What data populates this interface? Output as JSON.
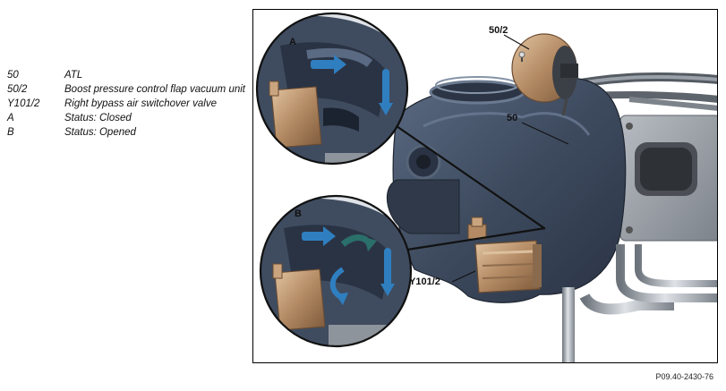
{
  "legend": [
    {
      "key": "50",
      "desc": "ATL"
    },
    {
      "key": "50/2",
      "desc": "Boost pressure control flap vacuum unit"
    },
    {
      "key": "Y101/2",
      "desc": "Right bypass air switchover valve"
    },
    {
      "key": "A",
      "desc": "Status: Closed"
    },
    {
      "key": "B",
      "desc": "Status: Opened"
    }
  ],
  "callouts": {
    "c50": "50",
    "c50_2": "50/2",
    "cY101_2": "Y101/2",
    "cA": "A",
    "cB": "B"
  },
  "figure_id": "P09.40-2430-76",
  "colors": {
    "turbo_housing": "#3d4a5e",
    "copper_valve": "#b38a63",
    "flow_arrow": "#2f7fc0",
    "bypass_arrow": "#2b6f6a",
    "pipe_chrome": "#a7adb5"
  }
}
